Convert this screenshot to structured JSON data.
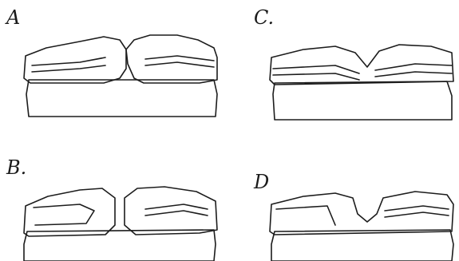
{
  "panels": [
    {
      "id": "a",
      "label": "A"
    },
    {
      "id": "c",
      "label": "C."
    },
    {
      "id": "b",
      "label": "B."
    },
    {
      "id": "d",
      "label": "D"
    }
  ]
}
